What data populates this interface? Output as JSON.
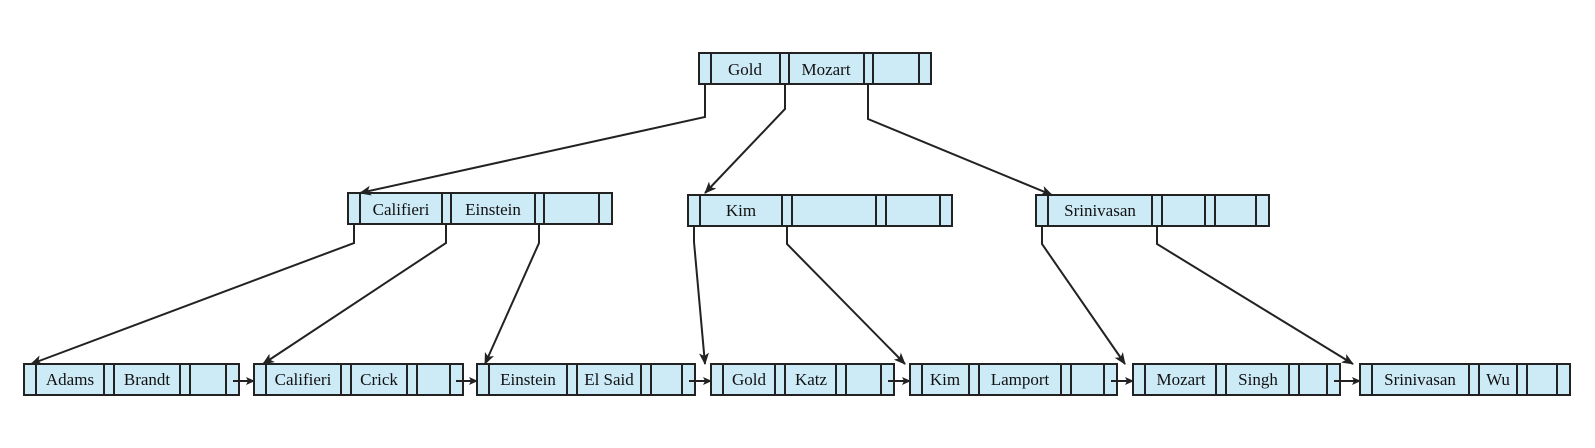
{
  "tree": {
    "root": {
      "keys": [
        "Gold",
        "Mozart",
        ""
      ]
    },
    "internal": [
      {
        "keys": [
          "Califieri",
          "Einstein",
          ""
        ]
      },
      {
        "keys": [
          "Kim",
          "",
          ""
        ]
      },
      {
        "keys": [
          "Srinivasan",
          "",
          ""
        ]
      }
    ],
    "leaves": [
      {
        "keys": [
          "Adams",
          "Brandt",
          ""
        ]
      },
      {
        "keys": [
          "Califieri",
          "Crick",
          ""
        ]
      },
      {
        "keys": [
          "Einstein",
          "El Said",
          ""
        ]
      },
      {
        "keys": [
          "Gold",
          "Katz",
          ""
        ]
      },
      {
        "keys": [
          "Kim",
          "Lamport",
          ""
        ]
      },
      {
        "keys": [
          "Mozart",
          "Singh",
          ""
        ]
      },
      {
        "keys": [
          "Srinivasan",
          "Wu",
          ""
        ]
      }
    ]
  },
  "colors": {
    "node_fill": "#cdebf7",
    "stroke": "#222222"
  }
}
